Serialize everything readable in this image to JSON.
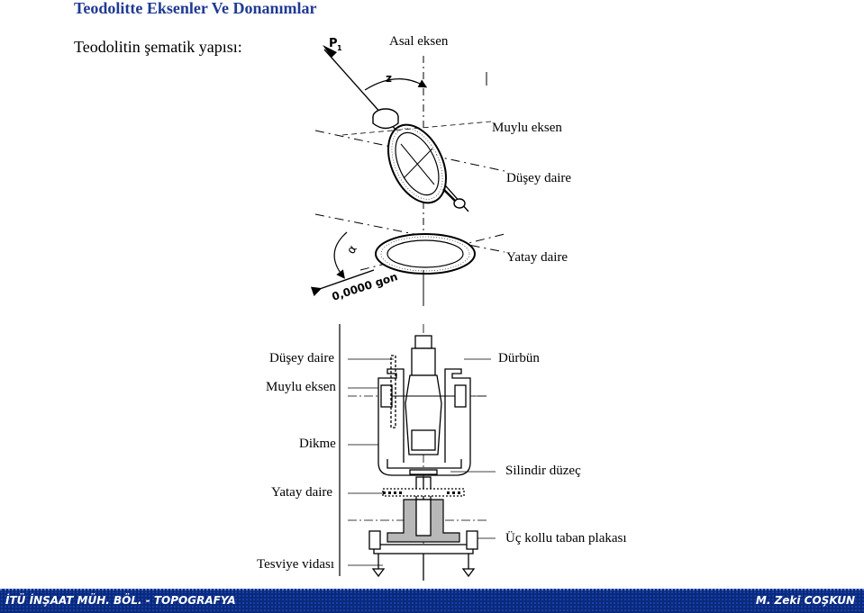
{
  "header": {
    "title": "Teodolitte Eksenler Ve Donanımlar",
    "subtitle": "Teodolitin şematik yapısı:"
  },
  "top_diagram": {
    "labels": {
      "point": "P",
      "point_sup": "1",
      "zenith": "z",
      "alpha": "α",
      "zero_reading": "0,0000 gon",
      "asal_eksen": "Asal eksen",
      "muylu_eksen": "Muylu eksen",
      "dusey_daire": "Düşey daire",
      "yatay_daire": "Yatay daire"
    }
  },
  "bottom_diagram": {
    "left_labels": {
      "dusey_daire": "Düşey daire",
      "muylu_eksen": "Muylu eksen",
      "dikme": "Dikme",
      "yatay_daire": "Yatay daire",
      "tesviye_vidasi": "Tesviye vidası"
    },
    "right_labels": {
      "durbun": "Dürbün",
      "silindir_duzec": "Silindir düzeç",
      "uc_kollu": "Üç kollu taban plakası"
    }
  },
  "footer": {
    "left": "İTÜ İNŞAAT MÜH. BÖL. - TOPOGRAFYA",
    "right": "M. Zeki COŞKUN"
  }
}
